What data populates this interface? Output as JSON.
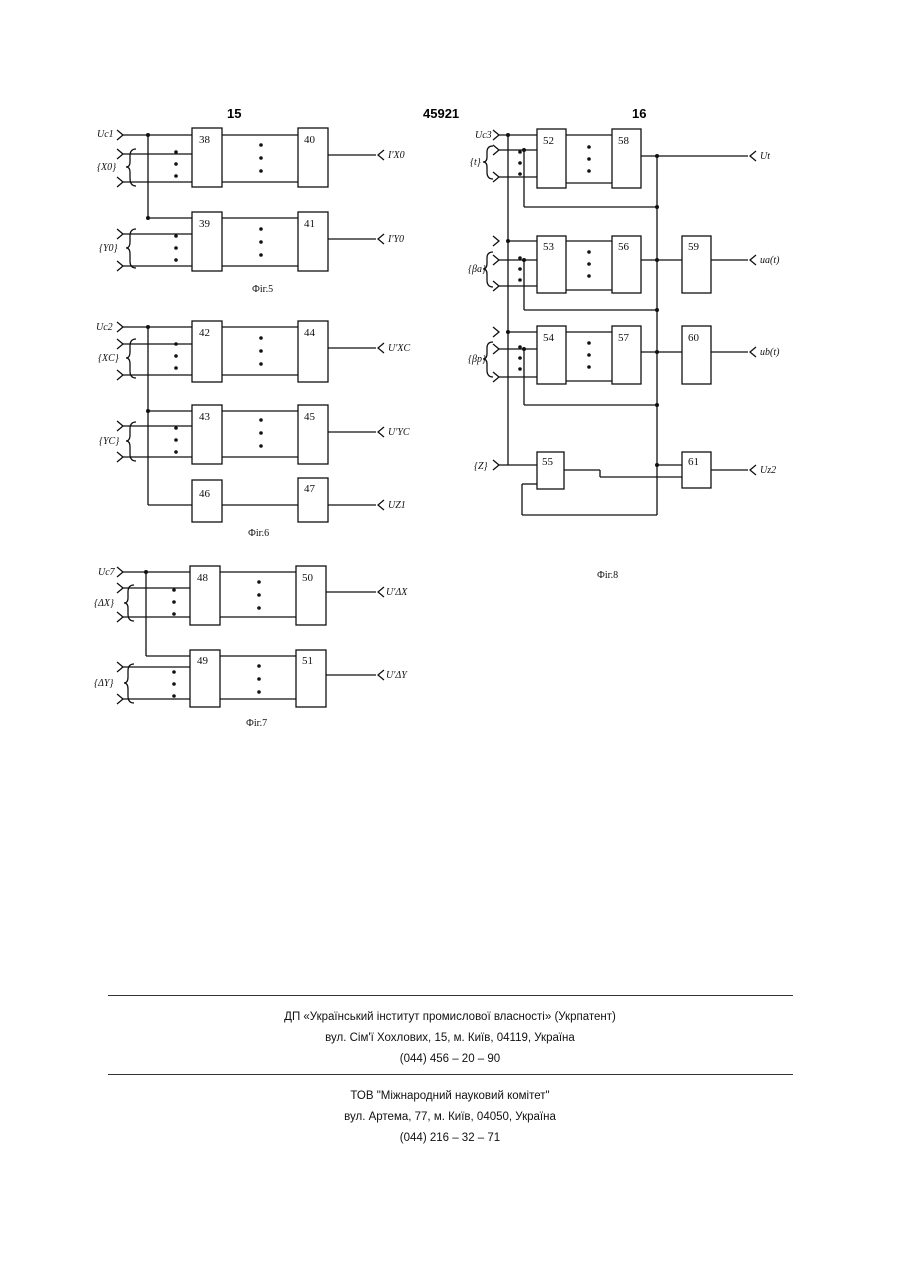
{
  "header": {
    "left_page": "15",
    "patent_number": "45921",
    "right_page": "16"
  },
  "captions": {
    "fig5": "Фіг.5",
    "fig6": "Фіг.6",
    "fig7": "Фіг.7",
    "fig8": "Фіг.8"
  },
  "blocks": {
    "b38": "38",
    "b39": "39",
    "b40": "40",
    "b41": "41",
    "b42": "42",
    "b43": "43",
    "b44": "44",
    "b45": "45",
    "b46": "46",
    "b47": "47",
    "b48": "48",
    "b49": "49",
    "b50": "50",
    "b51": "51",
    "b52": "52",
    "b53": "53",
    "b54": "54",
    "b55": "55",
    "b56": "56",
    "b57": "57",
    "b58": "58",
    "b59": "59",
    "b60": "60",
    "b61": "61"
  },
  "signals": {
    "fig5_in_clock": "Uc1",
    "fig5_in_x": "{X0}",
    "fig5_in_y": "{Y0}",
    "fig5_out_x": "I'X0",
    "fig5_out_y": "I'Y0",
    "fig6_in_clock": "Uc2",
    "fig6_in_x": "{XC}",
    "fig6_in_y": "{YC}",
    "fig6_out_x": "U'XC",
    "fig6_out_y": "U'YC",
    "fig6_out_z": "UZ1",
    "fig7_in_clock": "Uc7",
    "fig7_in_x": "{ΔX}",
    "fig7_in_y": "{ΔY}",
    "fig7_out_x": "U'ΔX",
    "fig7_out_y": "U'ΔY",
    "fig8_in_clock": "Uc3",
    "fig8_in_t": "{t}",
    "fig8_in_a": "{βa}",
    "fig8_in_b": "{βp}",
    "fig8_in_z": "{Z}",
    "fig8_out_t": "Ut",
    "fig8_out_a": "ua(t)",
    "fig8_out_b": "ub(t)",
    "fig8_out_z": "Uz2"
  },
  "footer": {
    "org1_name": "ДП «Український інститут промислової власності» (Укрпатент)",
    "org1_address": "вул. Сім'ї Хохлових, 15, м. Київ, 04119, Україна",
    "org1_phone": "(044) 456 – 20 – 90",
    "org2_name": "ТОВ \"Міжнародний науковий комітет\"",
    "org2_address": "вул. Артема, 77, м. Київ, 04050, Україна",
    "org2_phone": "(044) 216 – 32 – 71"
  }
}
